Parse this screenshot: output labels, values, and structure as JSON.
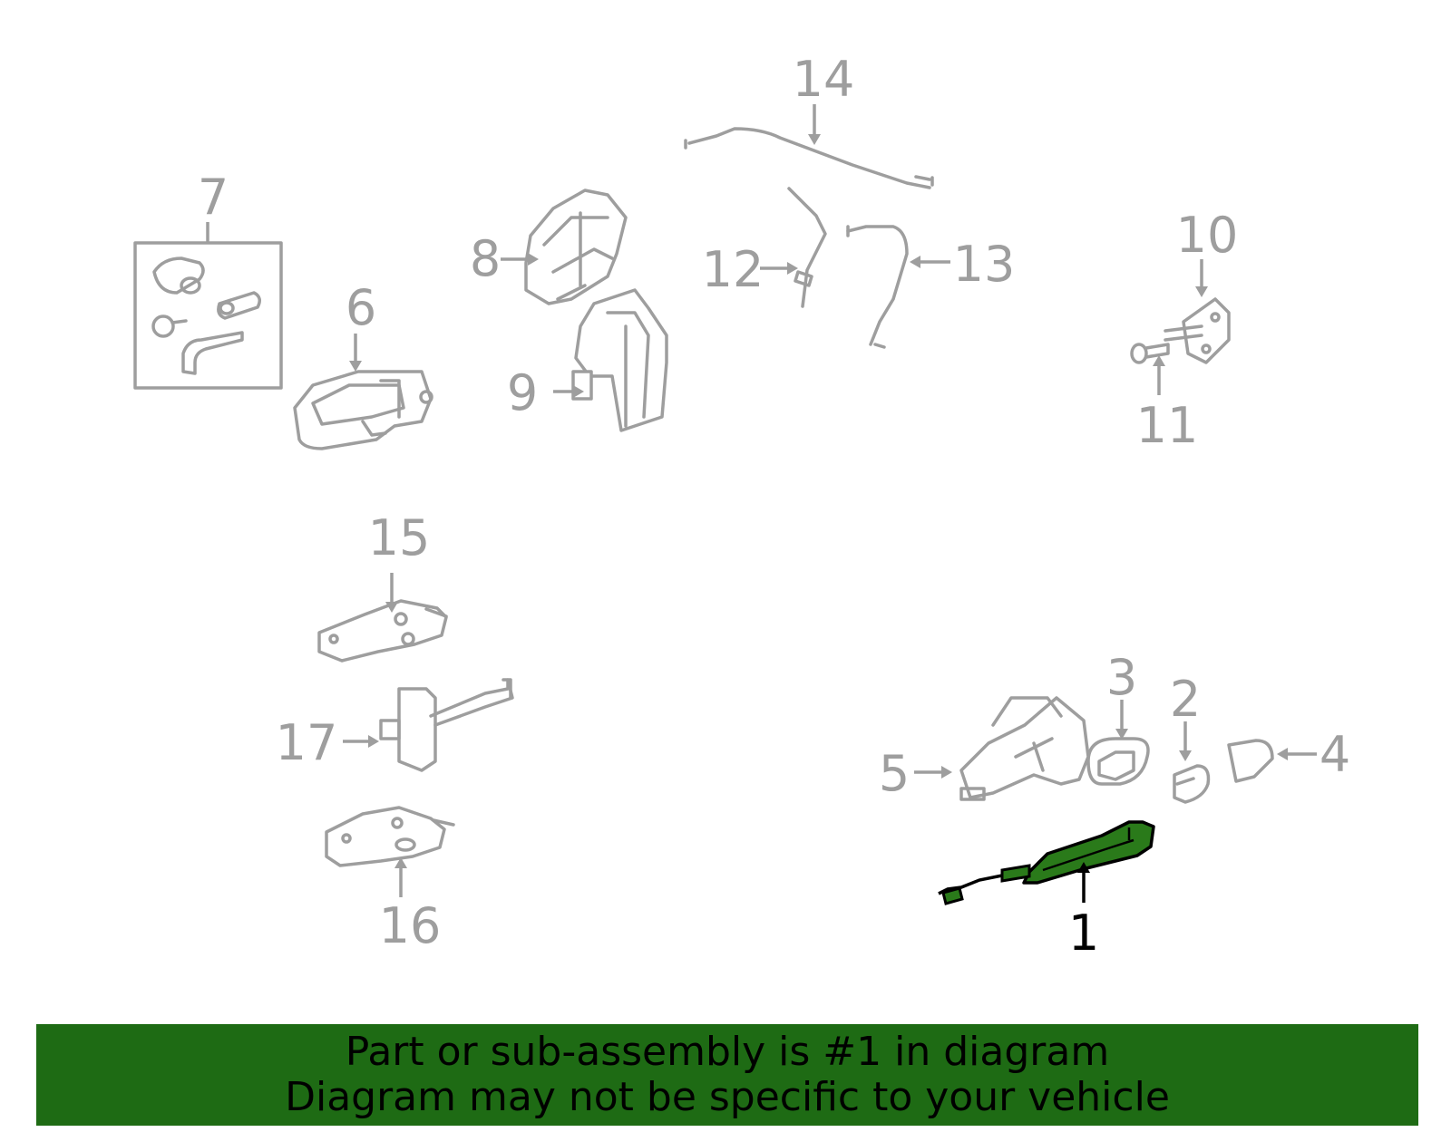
{
  "callouts": {
    "c1": "1",
    "c2": "2",
    "c3": "3",
    "c4": "4",
    "c5": "5",
    "c6": "6",
    "c7": "7",
    "c8": "8",
    "c9": "9",
    "c10": "10",
    "c11": "11",
    "c12": "12",
    "c13": "13",
    "c14": "14",
    "c15": "15",
    "c16": "16",
    "c17": "17"
  },
  "highlighted_part": "1",
  "colors": {
    "line_gray": "#9e9e9e",
    "highlight_green": "#2a7a1a",
    "banner_green": "#1e6b14",
    "banner_text": "#000000"
  },
  "banner": {
    "line1": "Part or sub-assembly is #1 in diagram",
    "line2": "Diagram may not be specific to your vehicle"
  }
}
